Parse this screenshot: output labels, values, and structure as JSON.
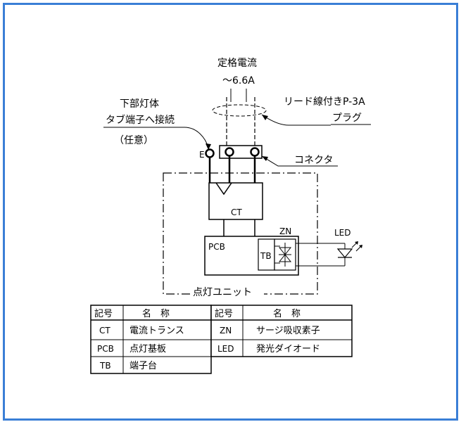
{
  "labels": {
    "rated_current_title": "定格電流",
    "rated_current_value": "～6.6A",
    "plug_line1": "リード線付きP-3A",
    "plug_line2": "プラグ",
    "ground_line1": "下部灯体",
    "ground_line2": "タブ端子へ接続",
    "ground_line3": "（任意）",
    "e_terminal": "E",
    "connector": "コネクタ",
    "ct": "CT",
    "zn": "ZN",
    "led": "LED",
    "pcb": "PCB",
    "tb": "TB",
    "lighting_unit": "点灯ユニット"
  },
  "legend": {
    "header_symbol": "記号",
    "header_name": "名　称",
    "left_rows": [
      {
        "symbol": "CT",
        "name": "電流トランス"
      },
      {
        "symbol": "PCB",
        "name": "点灯基板"
      },
      {
        "symbol": "TB",
        "name": "端子台"
      }
    ],
    "right_rows": [
      {
        "symbol": "ZN",
        "name": "サージ吸収素子"
      },
      {
        "symbol": "LED",
        "name": "発光ダイオード"
      }
    ]
  }
}
